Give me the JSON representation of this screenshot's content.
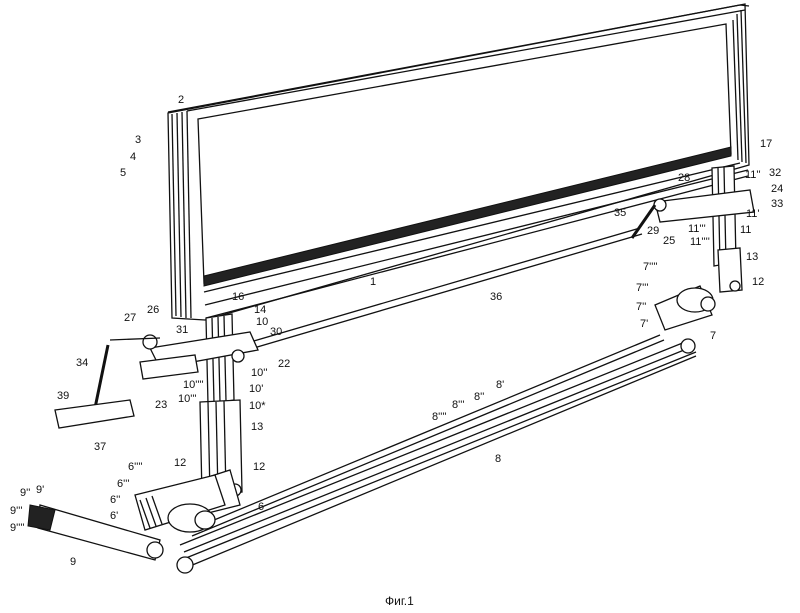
{
  "caption": "Фиг.1",
  "labels": {
    "l2": "2",
    "l3": "3",
    "l4": "4",
    "l5": "5",
    "l1": "1",
    "l36": "36",
    "l17": "17",
    "l28": "28",
    "l11pp": "11''",
    "l32": "32",
    "l24": "24",
    "l33": "33",
    "l35": "35",
    "l29": "29",
    "l25": "25",
    "l11ppp": "11'''",
    "l11pppp": "11''''",
    "l11p": "11'",
    "l11": "11",
    "l13r": "13",
    "l12r": "12",
    "l7pppp": "7''''",
    "l7ppp": "7'''",
    "l7pp": "7''",
    "l7p": "7'",
    "l7": "7",
    "l16": "16",
    "l14": "14",
    "l10": "10",
    "l26": "26",
    "l27": "27",
    "l31": "31",
    "l30": "30",
    "l22": "22",
    "l10pp": "10''",
    "l34": "34",
    "l23": "23",
    "l10pppp": "10''''",
    "l10ppp": "10'''",
    "l10p": "10'",
    "l10st": "10*",
    "l39": "39",
    "l37": "37",
    "l13l": "13",
    "l8pppp": "8''''",
    "l8ppp": "8'''",
    "l8pp": "8''",
    "l8p": "8'",
    "l8": "8",
    "l12a": "12",
    "l12b": "12",
    "l6pppp": "6''''",
    "l6ppp": "6'''",
    "l6pp": "6''",
    "l6p": "6'",
    "l6": "6",
    "l9pp": "9''",
    "l9p": "9'",
    "l9ppp": "9'''",
    "l9pppp": "9''''",
    "l9": "9"
  }
}
